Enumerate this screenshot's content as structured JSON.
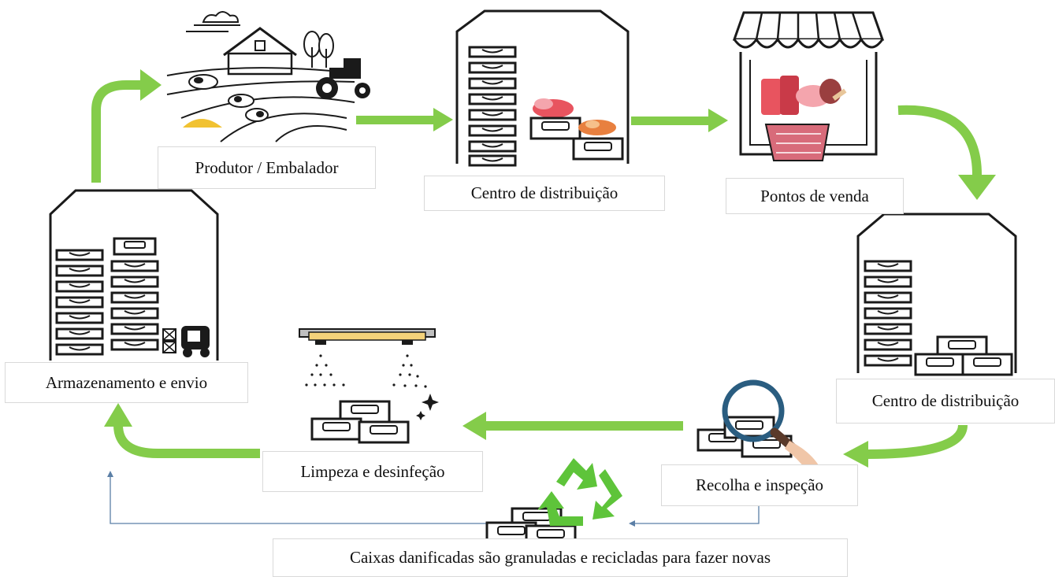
{
  "labels": {
    "producer": "Produtor / Embalador",
    "dc_top": "Centro de distribuição",
    "pos": "Pontos de venda",
    "dc_right": "Centro de distribuição",
    "inspection": "Recolha e inspeção",
    "cleaning": "Limpeza e desinfeção",
    "storage": "Armazenamento e envio",
    "recycle": "Caixas danificadas são granuladas e recicladas para fazer novas"
  },
  "colors": {
    "arrow": "#84cc4a",
    "thin_arrow": "#5b7fa6",
    "outline": "#1a1a1a",
    "meat": "#e8545f",
    "recycle": "#5ec43a",
    "lamp": "#f4d27a",
    "magnifier": "#2a5d80",
    "field": "#f1c232"
  },
  "icons": {
    "producer": "farm-icon",
    "dc_top": "warehouse-with-meat-crates-icon",
    "pos": "shop-with-meat-basket-icon",
    "dc_right": "warehouse-with-empty-crates-icon",
    "inspection": "magnifier-over-crates-icon",
    "cleaning": "uv-lamp-spray-crates-icon",
    "storage": "warehouse-with-forklift-icon",
    "recycle": "recycle-symbol-icon"
  }
}
